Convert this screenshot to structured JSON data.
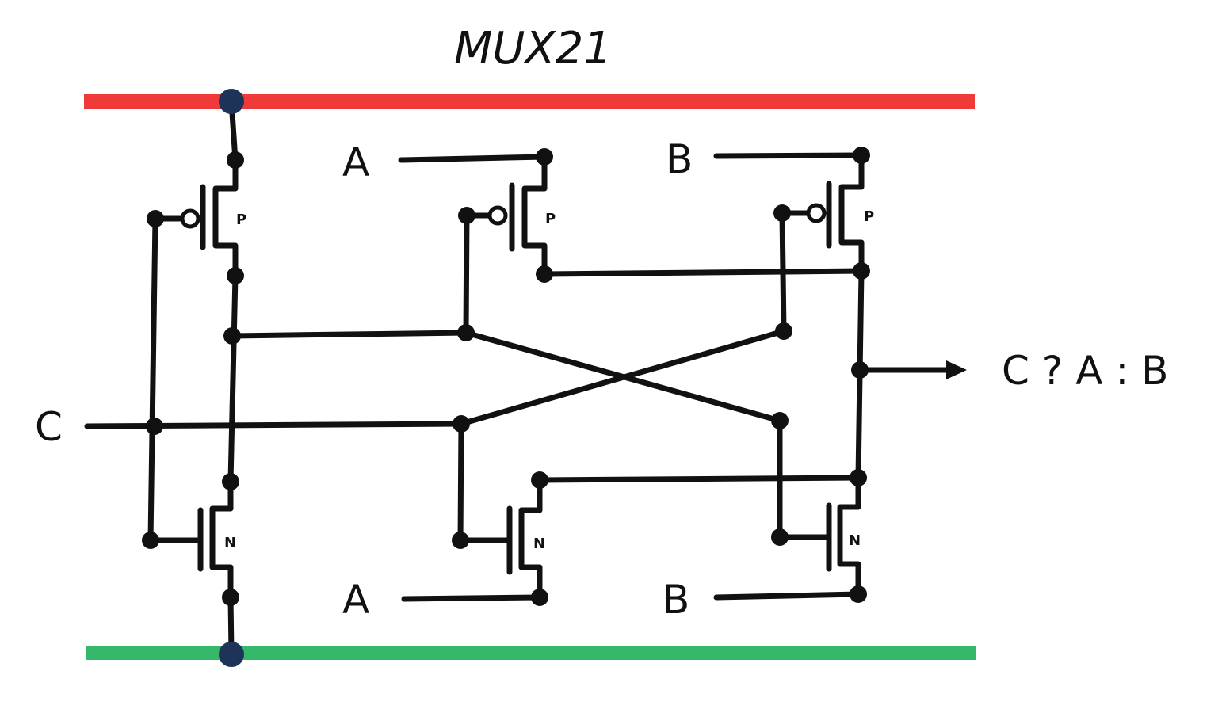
{
  "title": "MUX21",
  "labels": {
    "a_top": "A",
    "b_top": "B",
    "a_bottom": "A",
    "b_bottom": "B",
    "c_input": "C",
    "output": "C ? A : B"
  },
  "transistors": {
    "p_type_label": "P",
    "n_type_label": "N"
  },
  "colors": {
    "vdd_rail": "#f03a3a",
    "gnd_rail": "#35b86a",
    "rail_node": "#1d3358",
    "wire": "#111111"
  }
}
